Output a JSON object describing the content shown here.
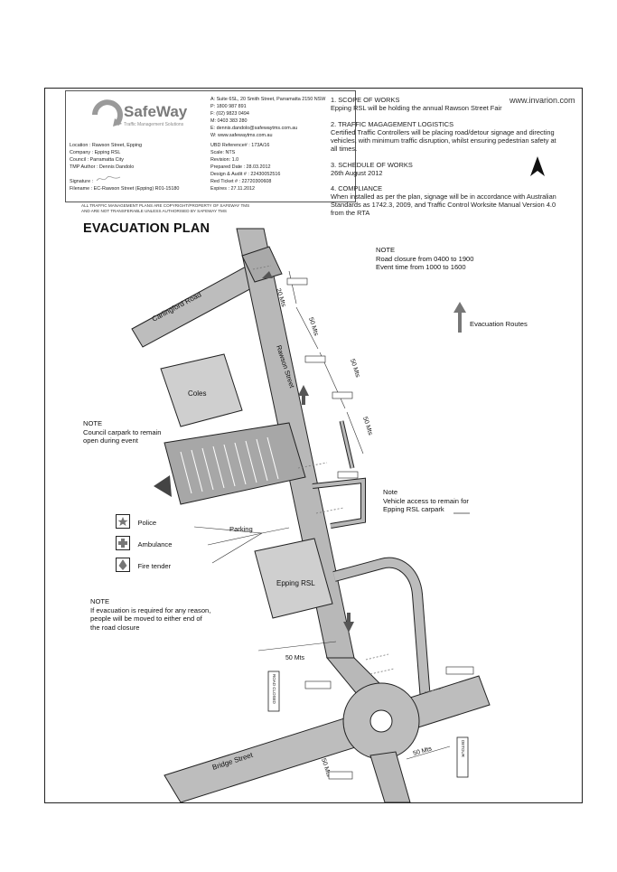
{
  "title_block": {
    "logo_text": "SafeWay",
    "logo_tagline": "Traffic Management Solutions",
    "contact": [
      "A: Suite 6SL, 20 Smith Street, Parramatta 2150 NSW",
      "P: 1800 987 891",
      "F: (02) 9823 0494",
      "M: 0403 383 280",
      "E: dennis.dandolo@safewaytms.com.au",
      "W: www.safewaytms.com.au"
    ],
    "location": "Location : Rawson Street, Epping",
    "company": "Company : Epping RSL",
    "council": "Council : Parramatta City",
    "author": "TMP Author : Dennis Dandolo",
    "signature_label": "Signature :",
    "filename": "Filename : EC-Rawson Street (Epping) R01-15180",
    "ref": "UBD Reference# : 173A/16",
    "scale": "Scale: NTS",
    "revision": "Revision: 1.0",
    "prepared": "Prepared Date : 28.03.2012",
    "design": "Design & Audit # : 22430052516",
    "red_ticket": "Red Ticket # : 22720300608",
    "expires": "Expires : 27.11.2012",
    "disclaimer": [
      "ALL TRAFFIC MANAGEMENT PLANS ARE COPYRIGHT/PROPERTY OF SAFEWAY TMS",
      "AND ARE NOT TRANSFERABLE UNLESS AUTHORISED BY SAFEWAY TMS"
    ]
  },
  "website": "www.invarion.com",
  "sections": [
    {
      "heading": "1. SCOPE OF WORKS",
      "body": "Epping RSL will be holding the annual Rawson Street Fair"
    },
    {
      "heading": "2. TRAFFIC MAGAGEMENT LOGISTICS",
      "body": "Certified Traffic Controllers will be placing road/detour signage and directing vehicles, with minimum traffic disruption, whilst ensuring pedestrian safety at all times."
    },
    {
      "heading": "3. SCHEDULE OF WORKS",
      "body": "26th August 2012"
    },
    {
      "heading": "4. COMPLIANCE",
      "body": "When installed as per the plan, signage will be in accordance with Australian Standards as 1742.3, 2009, and Traffic Control Worksite Manual Version 4.0 from the RTA"
    }
  ],
  "plan_title": "EVACUATION PLAN",
  "note_top": {
    "heading": "NOTE",
    "lines": [
      "Road closure from 0400 to 1900",
      "Event time from 1000 to 1600"
    ]
  },
  "evacuation_label": "Evacuation Routes",
  "note_carpark": {
    "heading": "NOTE",
    "lines": [
      "Council carpark to remain",
      "open during event"
    ]
  },
  "note_vehicle": {
    "heading": "Note",
    "lines": [
      "Vehicle access to remain for",
      "Epping RSL carpark"
    ]
  },
  "note_evac": {
    "heading": "NOTE",
    "lines": [
      "If evacuation is required for any reason,",
      "people will be moved to either end of",
      "the road closure"
    ]
  },
  "legend": [
    {
      "label": "Police",
      "icon": "police-icon"
    },
    {
      "label": "Ambulance",
      "icon": "ambulance-icon"
    },
    {
      "label": "Fire tender",
      "icon": "fire-tender-icon"
    }
  ],
  "parking_label": "Parking",
  "streets": {
    "carlingford": "Carlingford Road",
    "rawson": "Rawson Street",
    "bridge": "Bridge Street"
  },
  "buildings": {
    "coles": "Coles",
    "rsl": "Epping RSL"
  },
  "distances": [
    "20 Mts",
    "50 Mts",
    "50 Mts",
    "50 Mts",
    "50 Mts",
    "50 Mts",
    "50 Mts"
  ],
  "signs": {
    "road_closed": "ROAD CLOSED",
    "detour": "DETOUR"
  },
  "colors": {
    "road": "#b8b8b8",
    "building": "#cfcfcf",
    "line": "#222222"
  }
}
